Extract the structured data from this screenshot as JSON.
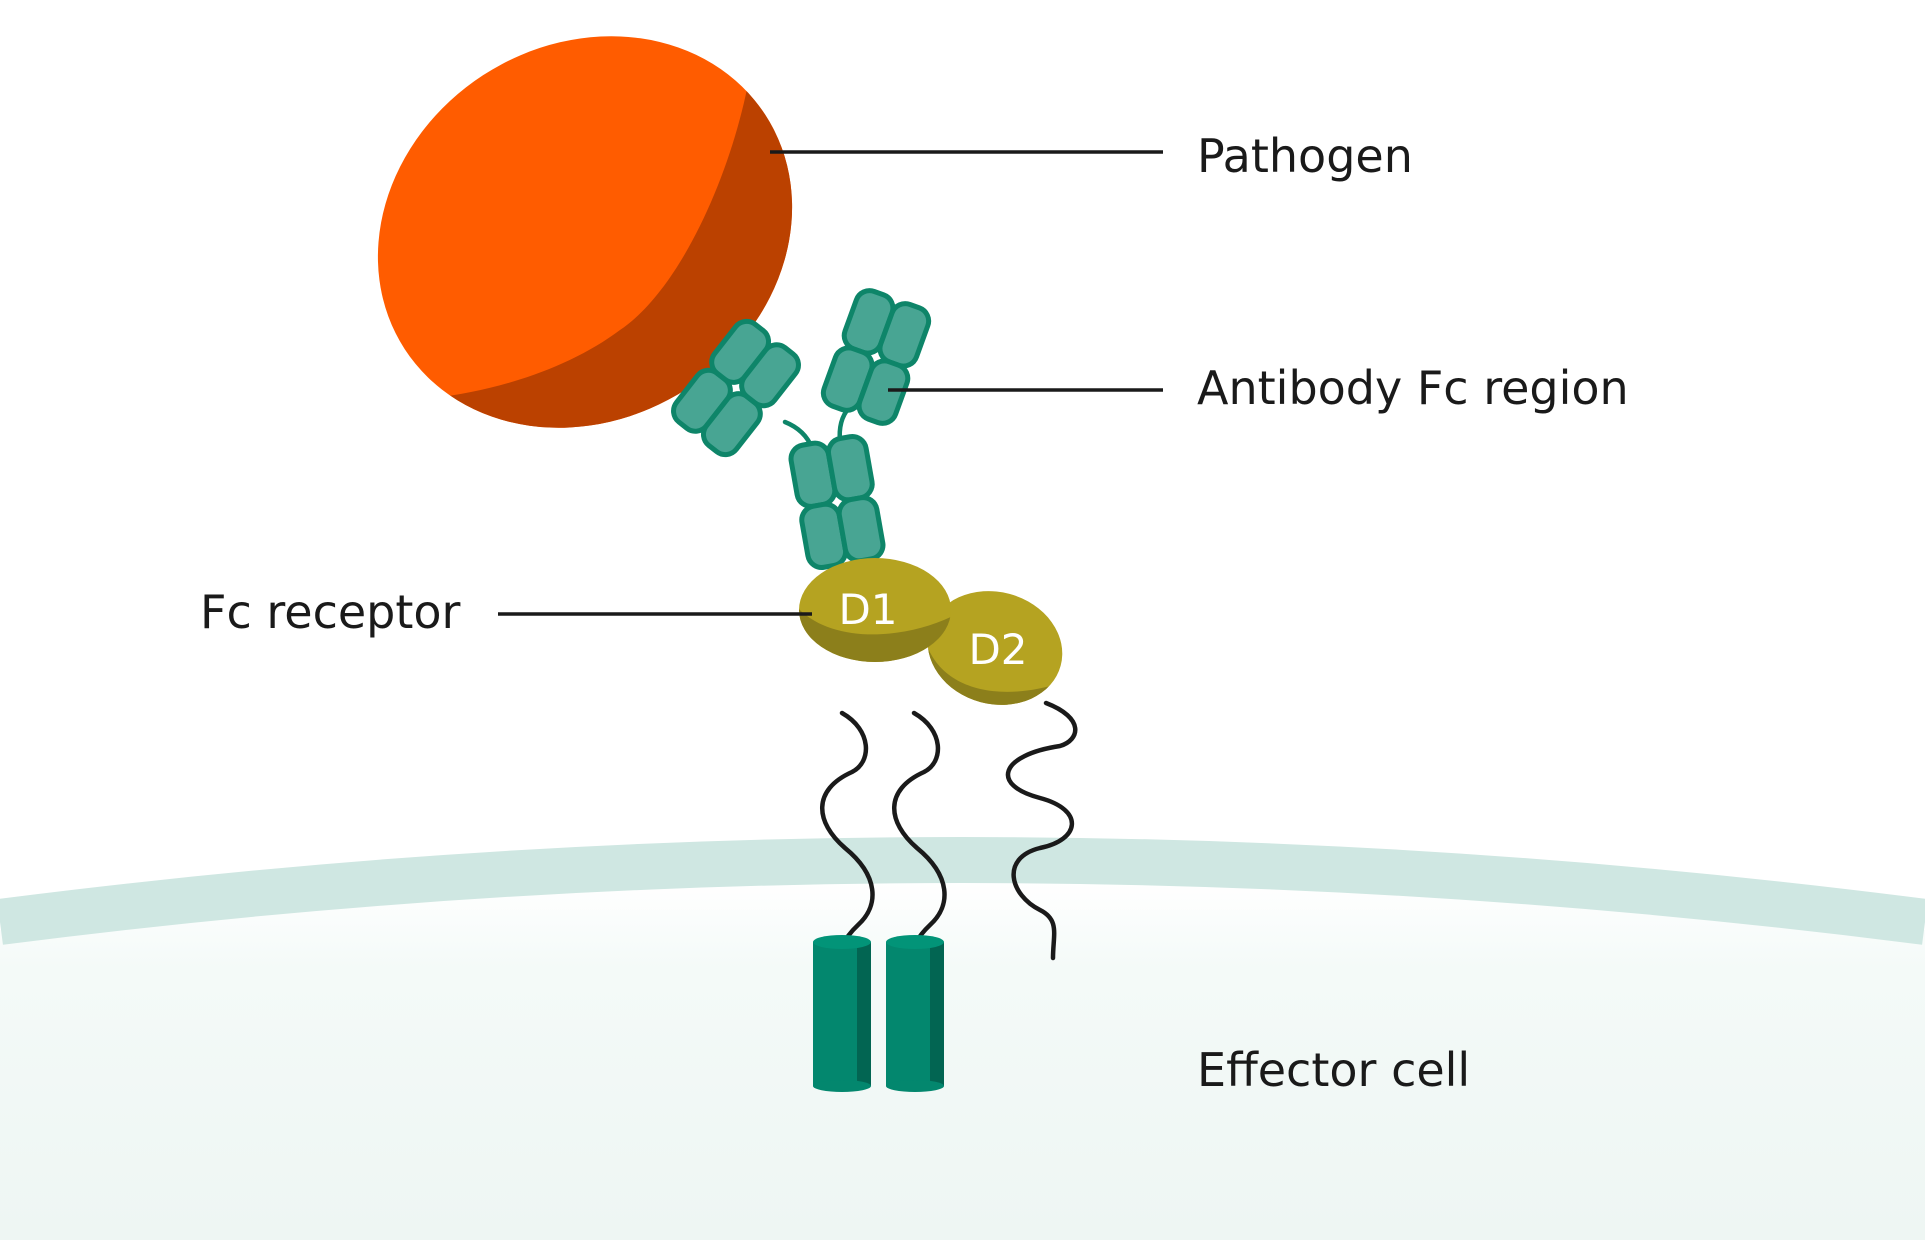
{
  "labels": {
    "pathogen": "Pathogen",
    "antibody": "Antibody Fc region",
    "receptor": "Fc receptor",
    "cell": "Effector cell"
  },
  "domains": {
    "d1": "D1",
    "d2": "D2"
  },
  "colors": {
    "pathogen": "#ff5c00",
    "pathogen_shade": "#bb4100",
    "antibody_fill": "#48a593",
    "antibody_stroke": "#0e8569",
    "receptor": "#b5a321",
    "receptor_shade": "#8c7f1b",
    "membrane": "#cfe7e2",
    "cell_fill": "#f3faf8",
    "helix": "#03876e",
    "helix_shade": "#026552",
    "line": "#1a1a1a"
  }
}
